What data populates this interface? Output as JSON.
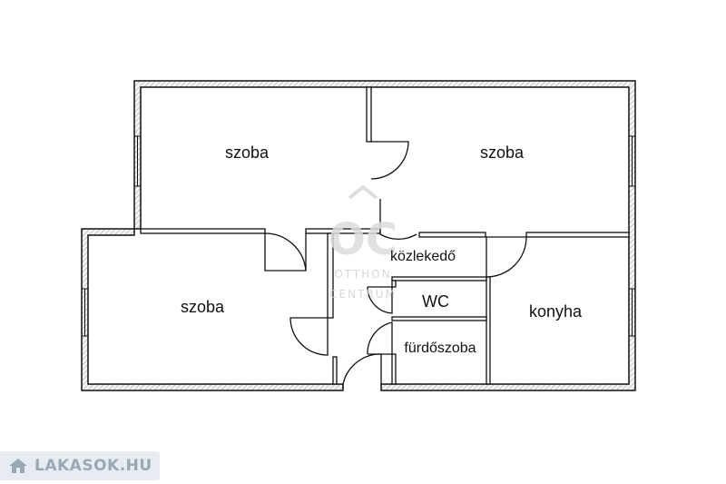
{
  "rooms": {
    "top_left": "szoba",
    "top_right": "szoba",
    "left": "szoba",
    "hallway": "közlekedő",
    "wc": "WC",
    "kitchen": "konyha",
    "bathroom": "fürdőszoba"
  },
  "watermark": {
    "logo_text": "OC",
    "line1": "OTTHON",
    "line2": "CENTRUM"
  },
  "badge": {
    "icon": "house-icon",
    "text": "LAKASOK.HU"
  },
  "colors": {
    "wall": "#111111",
    "wall_fill": "#f7f7f7",
    "watermark": "#d8d8d8",
    "badge_bg": "#e6ecf2",
    "badge_text": "#9aa8b6"
  }
}
